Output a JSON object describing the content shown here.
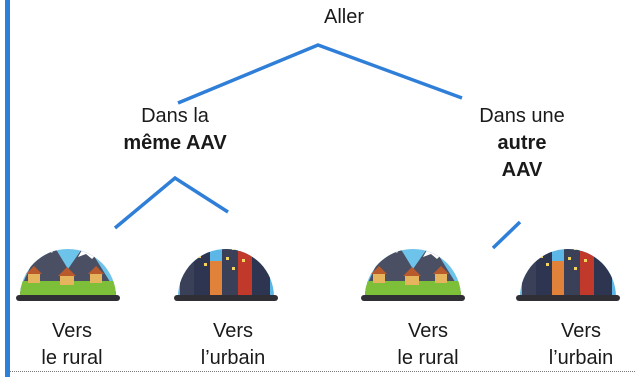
{
  "tree": {
    "root": {
      "label": "Aller"
    },
    "branch_left": {
      "line1": "Dans la",
      "line2": "même AAV"
    },
    "branch_right": {
      "line1": "Dans une",
      "line2": "autre",
      "line3": "AAV"
    },
    "leaves": [
      {
        "line1": "Vers",
        "line2": "le rural",
        "icon": "mountain-village-icon"
      },
      {
        "line1": "Vers",
        "line2": "l’urbain",
        "icon": "city-skyline-icon"
      },
      {
        "line1": "Vers",
        "line2": "le rural",
        "icon": "mountain-village-icon"
      },
      {
        "line1": "Vers",
        "line2": "l’urbain",
        "icon": "city-skyline-icon"
      }
    ]
  },
  "colors": {
    "connector": "#2f7fd8",
    "sky": "#6ec3ea",
    "city_sky": "#5db7e6",
    "mountain": "#4a4f63",
    "snow": "#ffffff",
    "grass": "#7ebf3a",
    "road": "#2f2f35"
  }
}
